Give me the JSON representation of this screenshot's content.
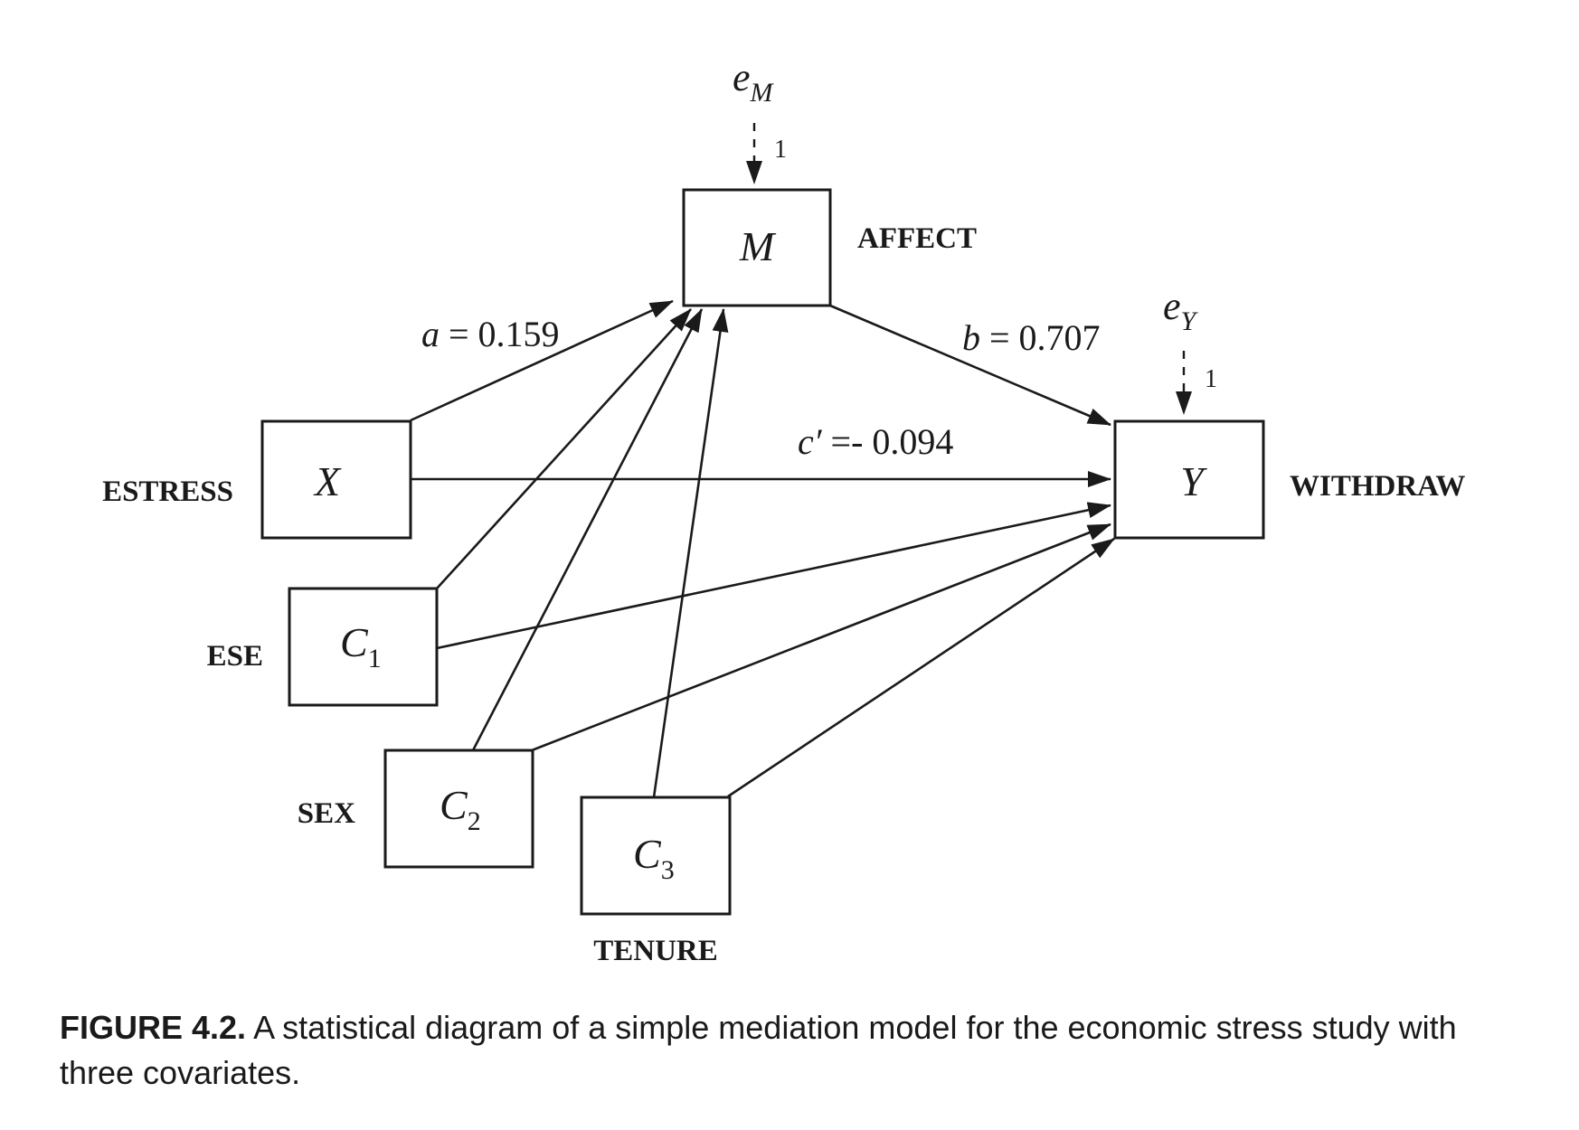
{
  "nodes": {
    "m": {
      "symbol": "M",
      "name": "AFFECT"
    },
    "x": {
      "symbol": "X",
      "name": "ESTRESS"
    },
    "y": {
      "symbol": "Y",
      "name": "WITHDRAW"
    },
    "c1": {
      "symbol": "C",
      "subscript": "1",
      "name": "ESE"
    },
    "c2": {
      "symbol": "C",
      "subscript": "2",
      "name": "SEX"
    },
    "c3": {
      "symbol": "C",
      "subscript": "3",
      "name": "TENURE"
    }
  },
  "errors": {
    "em": {
      "symbol": "e",
      "subscript": "M",
      "weight": "1"
    },
    "ey": {
      "symbol": "e",
      "subscript": "Y",
      "weight": "1"
    }
  },
  "paths": {
    "a": {
      "symbol": "a",
      "eq": " = 0.159"
    },
    "b": {
      "symbol": "b",
      "eq": " = 0.707"
    },
    "c_prime": {
      "symbol": "c′",
      "eq": " =- 0.094"
    }
  },
  "caption": {
    "label": "FIGURE 4.2.",
    "text": " A statistical diagram of a simple mediation model for the economic stress study with three covariates."
  }
}
